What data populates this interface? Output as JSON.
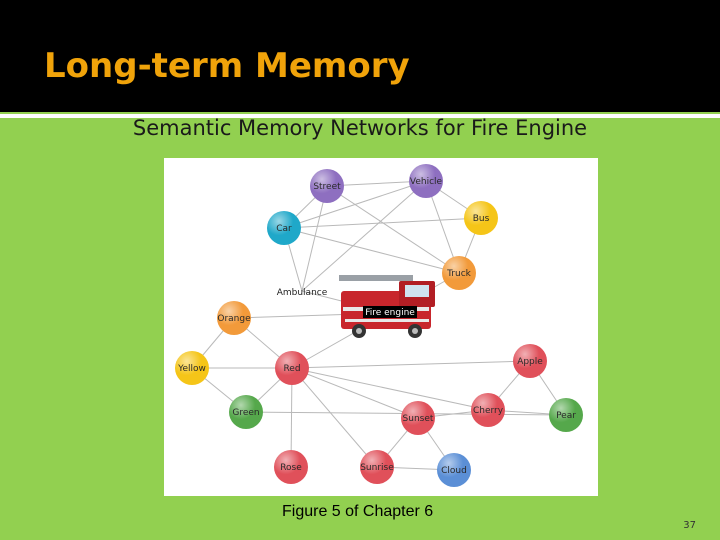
{
  "slide": {
    "title": "Long-term Memory",
    "subtitle": "Semantic Memory Networks for Fire Engine",
    "caption": "Figure 5 of Chapter 6",
    "page_number": "37"
  },
  "colors": {
    "background": "#92d050",
    "title_bar": "#000000",
    "title_text": "#f0a30a",
    "purple": "#8e6fc0",
    "teal": "#1fa8c9",
    "yellow": "#f5c518",
    "orange": "#f29a3a",
    "red": "#e0505a",
    "green": "#55a84b",
    "blue": "#5b8fd6",
    "edge": "#b9b9b9"
  },
  "diagram": {
    "nodes": [
      {
        "id": "street",
        "label": "Street",
        "color": "purple"
      },
      {
        "id": "vehicle",
        "label": "Vehicle",
        "color": "purple"
      },
      {
        "id": "bus",
        "label": "Bus",
        "color": "yellow"
      },
      {
        "id": "car",
        "label": "Car",
        "color": "teal"
      },
      {
        "id": "truck",
        "label": "Truck",
        "color": "orange"
      },
      {
        "id": "ambulance",
        "label": "Ambulance",
        "color": "none"
      },
      {
        "id": "fire_engine",
        "label": "Fire engine",
        "color": "image"
      },
      {
        "id": "orange",
        "label": "Orange",
        "color": "orange"
      },
      {
        "id": "yellow",
        "label": "Yellow",
        "color": "yellow"
      },
      {
        "id": "red",
        "label": "Red",
        "color": "red"
      },
      {
        "id": "apple",
        "label": "Apple",
        "color": "red"
      },
      {
        "id": "green",
        "label": "Green",
        "color": "green"
      },
      {
        "id": "cherry",
        "label": "Cherry",
        "color": "red"
      },
      {
        "id": "pear",
        "label": "Pear",
        "color": "green"
      },
      {
        "id": "sunset",
        "label": "Sunset",
        "color": "red"
      },
      {
        "id": "rose",
        "label": "Rose",
        "color": "red"
      },
      {
        "id": "sunrise",
        "label": "Sunrise",
        "color": "red"
      },
      {
        "id": "cloud",
        "label": "Cloud",
        "color": "blue"
      }
    ],
    "edges": [
      [
        "street",
        "vehicle"
      ],
      [
        "street",
        "car"
      ],
      [
        "street",
        "truck"
      ],
      [
        "street",
        "ambulance"
      ],
      [
        "vehicle",
        "bus"
      ],
      [
        "vehicle",
        "car"
      ],
      [
        "vehicle",
        "truck"
      ],
      [
        "vehicle",
        "ambulance"
      ],
      [
        "bus",
        "truck"
      ],
      [
        "bus",
        "car"
      ],
      [
        "car",
        "truck"
      ],
      [
        "car",
        "ambulance"
      ],
      [
        "truck",
        "fire_engine"
      ],
      [
        "ambulance",
        "fire_engine"
      ],
      [
        "fire_engine",
        "red"
      ],
      [
        "fire_engine",
        "orange"
      ],
      [
        "orange",
        "red"
      ],
      [
        "orange",
        "yellow"
      ],
      [
        "yellow",
        "red"
      ],
      [
        "yellow",
        "green"
      ],
      [
        "red",
        "green"
      ],
      [
        "red",
        "apple"
      ],
      [
        "red",
        "sunset"
      ],
      [
        "red",
        "rose"
      ],
      [
        "red",
        "sunrise"
      ],
      [
        "red",
        "cherry"
      ],
      [
        "apple",
        "cherry"
      ],
      [
        "apple",
        "pear"
      ],
      [
        "cherry",
        "pear"
      ],
      [
        "cherry",
        "sunset"
      ],
      [
        "sunset",
        "cloud"
      ],
      [
        "sunset",
        "sunrise"
      ],
      [
        "sunrise",
        "cloud"
      ],
      [
        "green",
        "pear"
      ]
    ]
  }
}
